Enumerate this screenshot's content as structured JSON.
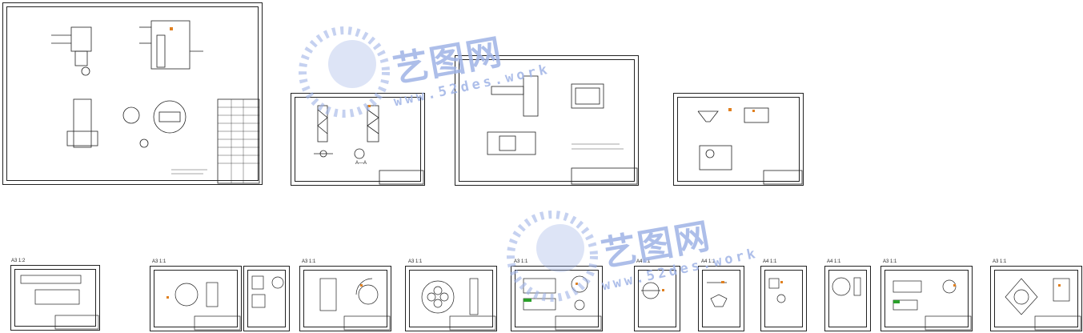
{
  "watermark": {
    "brand": "艺图网",
    "url": "www.52des.work"
  },
  "sheet_labels": {
    "s5": "A3 1:2",
    "s6": "A3 1:1",
    "s8": "A3 1:1",
    "s9": "A3 1:1",
    "s10": "A3 1:1",
    "s11": "A4 1:1",
    "s12": "A4 1:1",
    "s13": "A4 1:1",
    "s14": "A4 1:1",
    "s15": "A3 1:1",
    "s16": "A3 1:1"
  },
  "section_label": "A—A",
  "colors": {
    "line": "#222222",
    "watermark": "#9fb3e6",
    "accent_orange": "#e08020",
    "accent_green": "#2aa02a"
  }
}
